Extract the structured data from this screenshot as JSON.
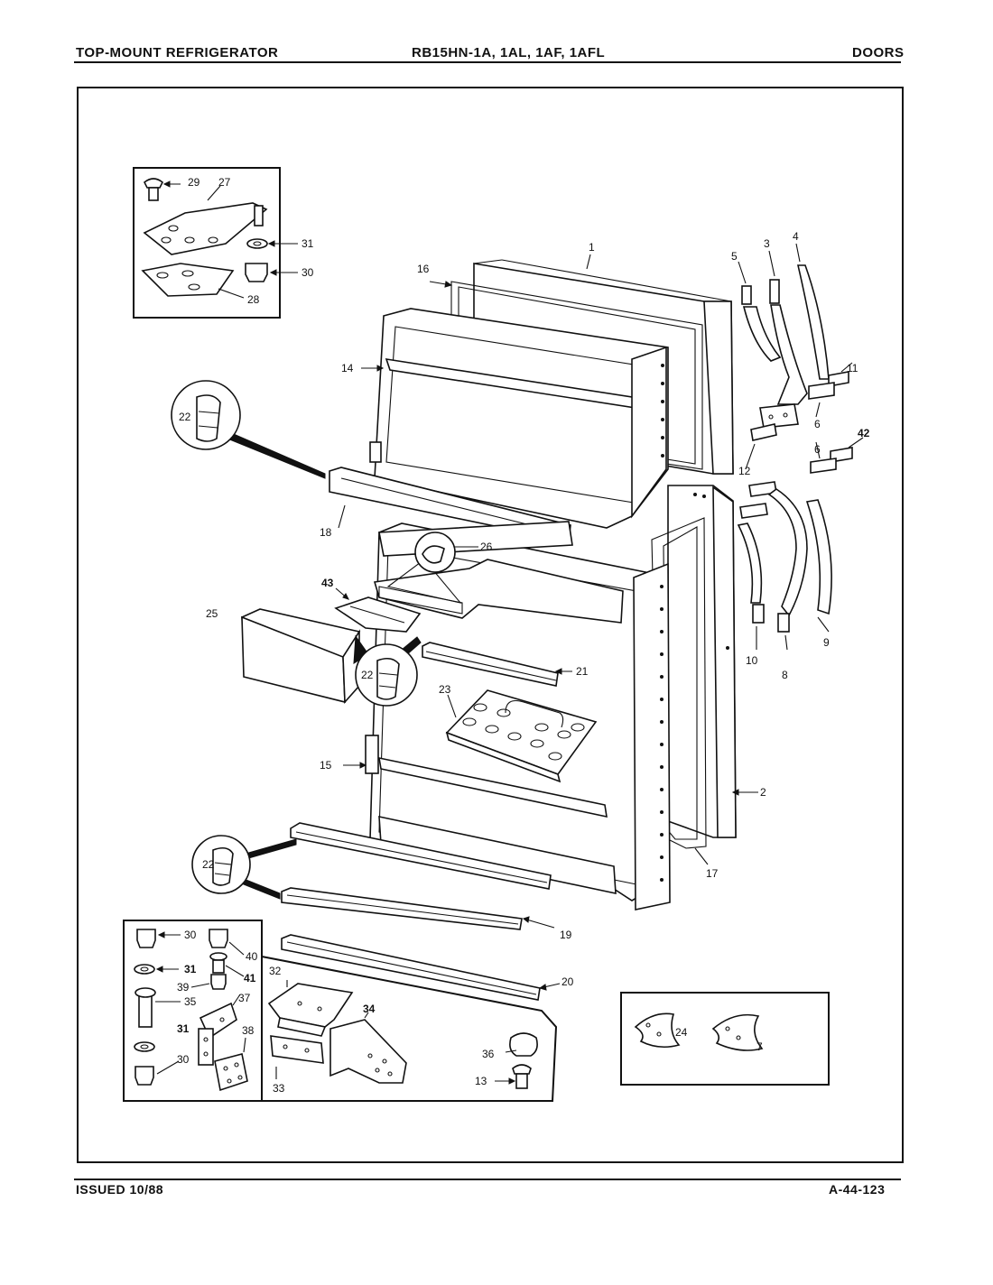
{
  "header": {
    "left": "TOP-MOUNT REFRIGERATOR",
    "center": "RB15HN-1A, 1AL, 1AF, 1AFL",
    "right": "DOORS"
  },
  "footer": {
    "issued": "ISSUED 10/88",
    "code": "A-44-123"
  },
  "labels": {
    "l1": "1",
    "l2": "2",
    "l3": "3",
    "l4": "4",
    "l5": "5",
    "l6": "6",
    "l7": "7",
    "l8": "8",
    "l9": "9",
    "l10": "10",
    "l11": "11",
    "l12": "12",
    "l13": "13",
    "l14": "14",
    "l15": "15",
    "l16": "16",
    "l17": "17",
    "l18": "18",
    "l19": "19",
    "l20": "20",
    "l21": "21",
    "l22": "22",
    "l23": "23",
    "l24": "24",
    "l25": "25",
    "l26": "26",
    "l27": "27",
    "l28": "28",
    "l29": "29",
    "l30": "30",
    "l31": "31",
    "l32": "32",
    "l33": "33",
    "l34": "34",
    "l35": "35",
    "l36": "36",
    "l37": "37",
    "l38": "38",
    "l39": "39",
    "l40": "40",
    "l41": "41",
    "l42": "42",
    "l43": "43"
  }
}
